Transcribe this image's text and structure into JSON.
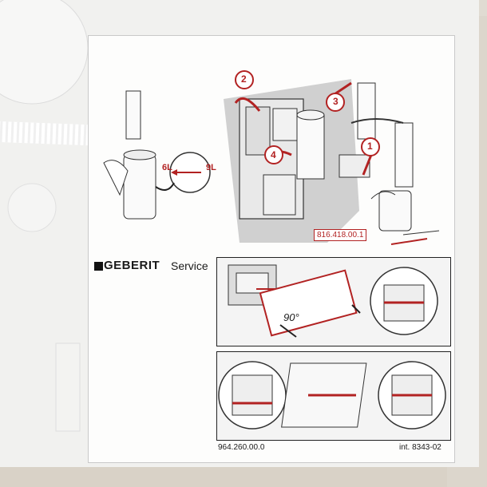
{
  "brand": {
    "name": "GEBERIT",
    "subtitle": "Service"
  },
  "steps": [
    "1",
    "2",
    "3",
    "4"
  ],
  "volumes": {
    "low": "6L",
    "high": "9L"
  },
  "part_number": "816.418.00.1",
  "angle": "90°",
  "footer": {
    "left_code": "964.260.00.0",
    "right_code": "int. 8343-02"
  },
  "colors": {
    "accent": "#b22222",
    "ink": "#1a1a1a",
    "card": "#fdfdfc"
  }
}
